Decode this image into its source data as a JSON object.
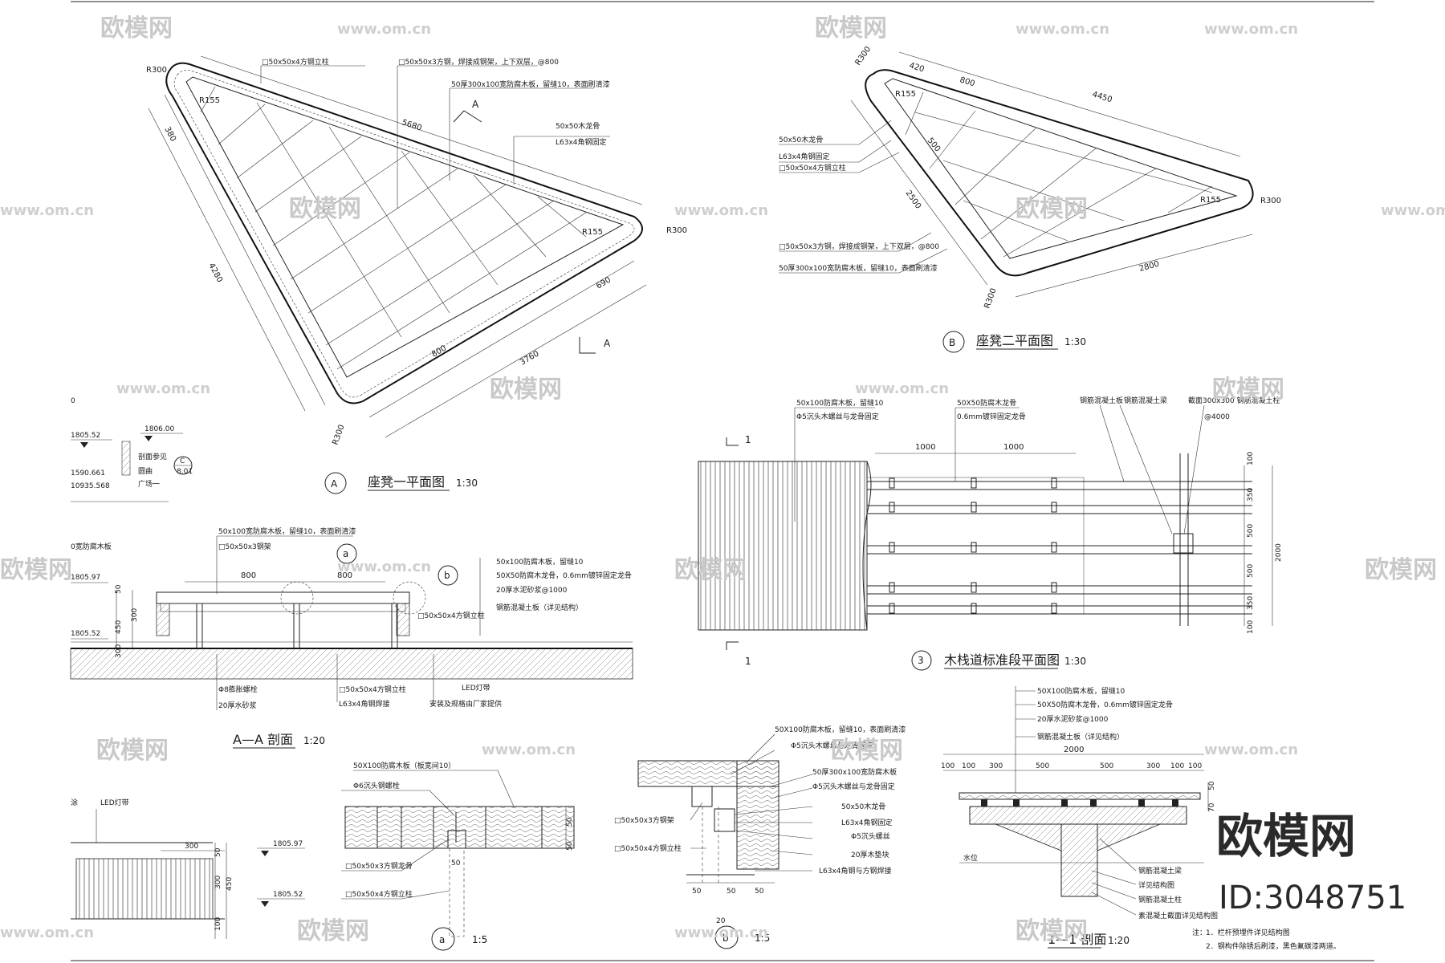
{
  "watermark": {
    "brand": "欧模网",
    "url": "www.om.cn",
    "id": "ID:3048751"
  },
  "plan_a": {
    "title": "座凳一平面图",
    "scale": "1:30",
    "marker": "A",
    "dims": [
      "5680",
      "4280",
      "3760",
      "800",
      "690",
      "380",
      "R300",
      "R155"
    ],
    "notes": [
      "□50x50x4方钢立柱",
      "□50x50x3方钢，焊接成钢架，上下双层，@800",
      "50厚300x100宽防腐木板，留缝10，表面刷清漆",
      "50x50木龙骨",
      "L63x4角钢固定"
    ],
    "section_mark": "A"
  },
  "plan_b": {
    "title": "座凳二平面图",
    "scale": "1:30",
    "marker": "B",
    "dims": [
      "4450",
      "2800",
      "420",
      "800",
      "500",
      "2500",
      "R300",
      "R155"
    ],
    "notes": [
      "50x50木龙骨",
      "L63x4角钢固定",
      "□50x50x4方钢立柱",
      "□50x50x3方钢，焊接成钢架，上下双层，@800",
      "50厚300x100宽防腐木板，留缝10，表面刷清漆"
    ]
  },
  "level_note": {
    "l1": "1805.52",
    "l2": "1806.00",
    "l3": "1590.661",
    "l4": "10935.568",
    "ref": "C",
    "refnum": "8.01",
    "txt1": "剖面参见",
    "txt2": "圆曲",
    "txt3": "广场一",
    "top": "0"
  },
  "section_aa": {
    "title": "A—A 剖面",
    "scale": "1:20",
    "dims": [
      "800",
      "800",
      "50",
      "300",
      "450",
      "300"
    ],
    "levels": [
      "1805.97",
      "1805.52"
    ],
    "callouts": [
      "a",
      "b"
    ],
    "notes_top": [
      "50x100宽防腐木板，留缝10，表面刷清漆",
      "□50x50x3钢架",
      "0宽防腐木板"
    ],
    "notes_right": [
      "50x100防腐木板，留缝10",
      "50X50防腐木龙骨，0.6mm镀锌固定龙骨",
      "20厚水泥砂浆@1000",
      "钢筋混凝土板（详见结构）",
      "□50x50x4方钢立柱"
    ],
    "notes_bottom": [
      "Φ8膨胀螺栓",
      "20厚水砂浆",
      "□50x50x4方钢立柱",
      "L63x4角钢焊接",
      "LED灯带",
      "安装及规格由厂家提供"
    ]
  },
  "plan_3": {
    "title": "木栈道标准段平面图",
    "scale": "1:30",
    "marker": "3",
    "dims": [
      "1000",
      "1000",
      "100",
      "350",
      "500",
      "500",
      "350",
      "100",
      "2000"
    ],
    "cut": "1",
    "notes": [
      "50x100防腐木板，留缝10",
      "Φ5沉头木螺丝与龙骨固定",
      "50X50防腐木龙骨",
      "0.6mm镀锌固定龙骨",
      "钢筋混凝土板",
      "钢筋混凝土梁",
      "截面300x300 钢筋混凝土柱",
      "@4000"
    ]
  },
  "elev_left": {
    "label": "LED灯带",
    "left_edge": "涂",
    "dims": [
      "300",
      "50",
      "300",
      "450",
      "100"
    ],
    "levels": [
      "1805.97",
      "1805.52"
    ]
  },
  "detail_a": {
    "marker": "a",
    "scale": "1:5",
    "notes": [
      "50X100防腐木板（板宽间10）",
      "Φ6沉头钢螺栓",
      "□50x50x3方钢龙骨",
      "□50x50x4方钢立柱"
    ],
    "dims": [
      "50",
      "50",
      "50"
    ]
  },
  "detail_b": {
    "marker": "b",
    "scale": "1:5",
    "notes_top": [
      "50X100防腐木板，留缝10，表面刷清漆",
      "Φ5沉头木螺丝与龙骨固定",
      "50厚300x100宽防腐木板",
      "Φ5沉头木螺丝与龙骨固定",
      "50x50木龙骨",
      "L63x4角钢固定",
      "Φ5沉头螺丝",
      "20厚木垫块",
      "L63x4角钢与方钢焊接"
    ],
    "notes_left": [
      "□50x50x3方钢架",
      "□50x50x4方钢立柱"
    ],
    "dims": [
      "50",
      "50",
      "50",
      "20"
    ]
  },
  "section_11": {
    "title": "1—1 剖面",
    "scale": "1:20",
    "notes": [
      "50X100防腐木板，留缝10",
      "50X50防腐木龙骨，0.6mm镀锌固定龙骨",
      "20厚水泥砂浆@1000",
      "钢筋混凝土板（详见结构）",
      "钢筋混凝土梁",
      "详见结构图",
      "钢筋混凝土柱",
      "素混凝土截面详见结构图"
    ],
    "dims": [
      "2000",
      "100",
      "100",
      "300",
      "500",
      "500",
      "300",
      "100",
      "100",
      "50",
      "70"
    ],
    "water": "水位"
  },
  "footer_notes": {
    "prefix": "注：",
    "n1": "1．栏杆预埋件详见结构图",
    "n2": "2．钢构件除锈后刷漆，黑色氟碳漆两道。"
  }
}
